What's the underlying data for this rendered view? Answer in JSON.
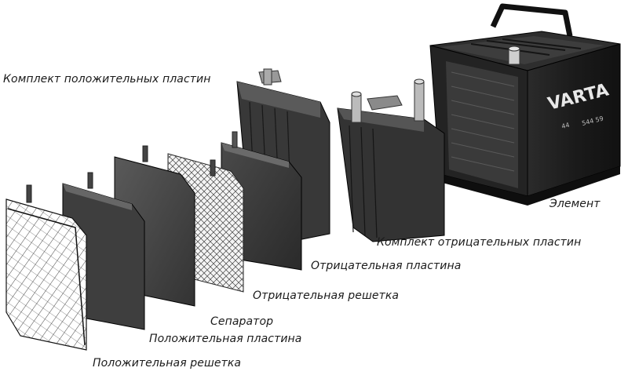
{
  "labels": {
    "positive_set": "Комплект положительных пластин",
    "element": "Элемент",
    "negative_set": "Комплект отрицательных пластин",
    "negative_plate": "Отрицательная пластина",
    "negative_grid": "Отрицательная решетка",
    "separator": "Сепаратор",
    "positive_plate": "Положительная пластина",
    "positive_grid": "Положительная решетка"
  },
  "battery": {
    "brand": "VARTA",
    "code": "544 59",
    "capacity": "44"
  }
}
